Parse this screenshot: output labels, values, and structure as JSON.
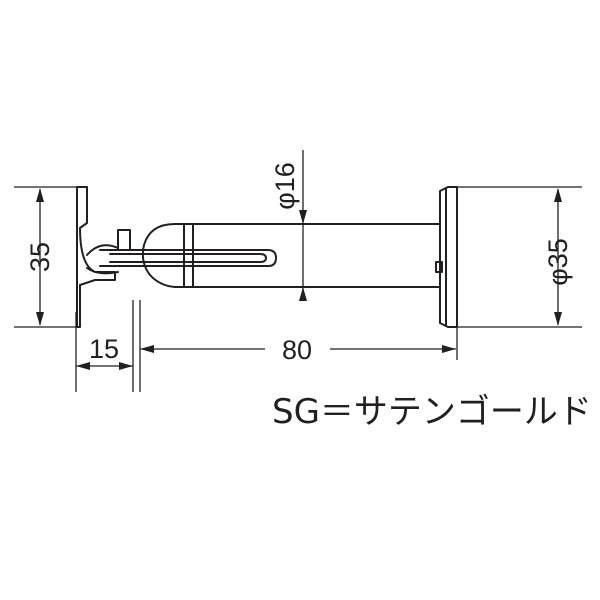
{
  "dimensions": {
    "height_left": "35",
    "flange_offset": "15",
    "length": "80",
    "rod_diameter": "φ16",
    "cap_diameter": "φ35"
  },
  "caption": "SG＝サテンゴールド"
}
